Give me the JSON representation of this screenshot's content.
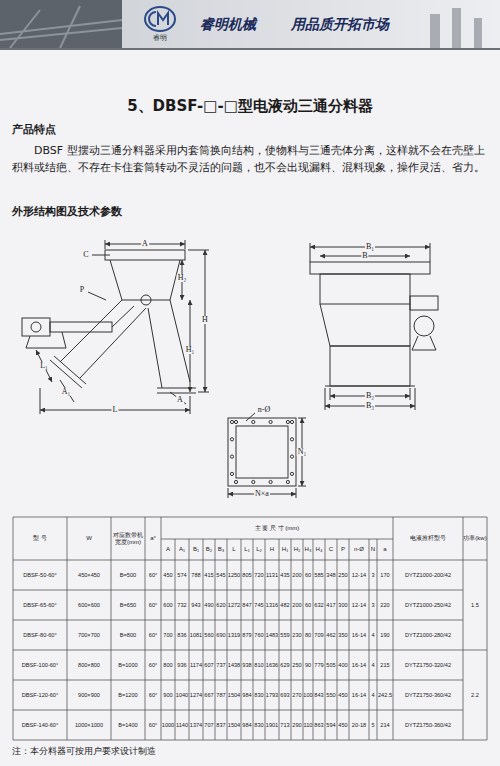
{
  "diagram": {
    "title": "5、DBSF-□-□型电液动三通分料器",
    "labels": [
      "睿明",
      "睿明机械",
      "用品质开拓市场",
      "产品特点",
      "DBSF 型摆动三通分料器采用内套筒换向结构，使物料与三通壳体分离，这样就不会在壳壁上积料或结疤、不存在卡住套筒转动不灵活的问题，也不会出现漏料、混料现象，操作灵活、省力。",
      "外形结构图及技术参数",
      "A",
      "H",
      "H₁",
      "H₂",
      "L₁",
      "L",
      "A₁",
      "A",
      "C",
      "P",
      "B₁",
      "B",
      "B₂",
      "B₃",
      "n-Ø",
      "N₁",
      "N×a",
      "型 号",
      "W",
      "对应数带机宽度(mm)",
      "a°",
      "主 要 尺 寸 (mm)",
      "电液推杆型号",
      "功率(kw)",
      "A",
      "A₁",
      "B₁",
      "B₂",
      "B₃",
      "L",
      "L₁",
      "L₂",
      "H",
      "H₁",
      "H₂",
      "H₃",
      "H₄",
      "C",
      "P",
      "n-Ø",
      "N",
      "a",
      "DBSF-50-60°",
      "450×450",
      "B=500",
      "60°",
      "450",
      "574",
      "788",
      "415",
      "545",
      "1250",
      "805",
      "720",
      "1131",
      "435",
      "200",
      "60",
      "585",
      "348",
      "250",
      "12-14",
      "3",
      "170",
      "DYTZ1000-200/42",
      "DBSF-65-60°",
      "600×600",
      "B=650",
      "60°",
      "600",
      "732",
      "943",
      "490",
      "620",
      "1272",
      "847",
      "745",
      "1316",
      "482",
      "200",
      "60",
      "632",
      "417",
      "300",
      "12-14",
      "3",
      "220",
      "DYTZ1000-250/42",
      "DBSF-80-60°",
      "700×700",
      "B=800",
      "60°",
      "700",
      "836",
      "1081",
      "560",
      "690",
      "1319",
      "879",
      "760",
      "1483",
      "559",
      "230",
      "80",
      "709",
      "462",
      "350",
      "16-14",
      "4",
      "190",
      "DYTZ1000-280/42",
      "DBSF-100-60°",
      "800×800",
      "B=1000",
      "60°",
      "800",
      "936",
      "1174",
      "607",
      "737",
      "1438",
      "938",
      "810",
      "1636",
      "629",
      "250",
      "90",
      "779",
      "505",
      "400",
      "16-14",
      "4",
      "215",
      "DYTZ1750-320/42",
      "DBSF-120-60°",
      "900×900",
      "B=1200",
      "60°",
      "900",
      "1040",
      "1274",
      "667",
      "787",
      "1504",
      "984",
      "830",
      "1793",
      "693",
      "270",
      "100",
      "843",
      "550",
      "450",
      "16-14",
      "4",
      "242.5",
      "DYTZ1750-360/42",
      "DBSF-140-60°",
      "1000×1000",
      "B=1400",
      "60°",
      "1000",
      "1140",
      "1374",
      "707",
      "837",
      "1504",
      "984",
      "830",
      "1901",
      "713",
      "290",
      "110",
      "863",
      "594",
      "450",
      "20-18",
      "5",
      "214",
      "DYTZ1750-360/42",
      "1.5",
      "2.2",
      "注：本分料器可按用户要求设计制造"
    ]
  }
}
